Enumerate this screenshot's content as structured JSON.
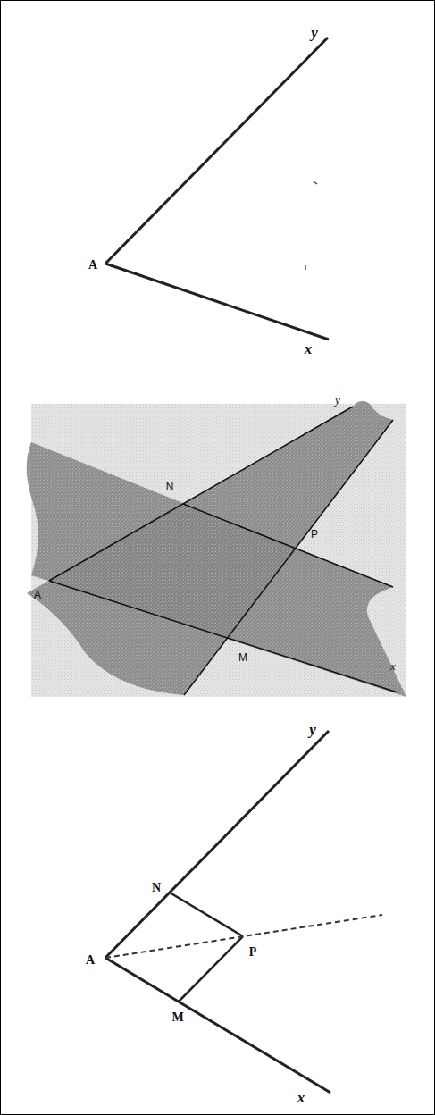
{
  "diagram": {
    "labels": [
      "y",
      "A",
      "x",
      "y",
      "N",
      "P",
      "A",
      "M",
      "x",
      "y",
      "N",
      "P",
      "A",
      "M",
      "x"
    ]
  }
}
